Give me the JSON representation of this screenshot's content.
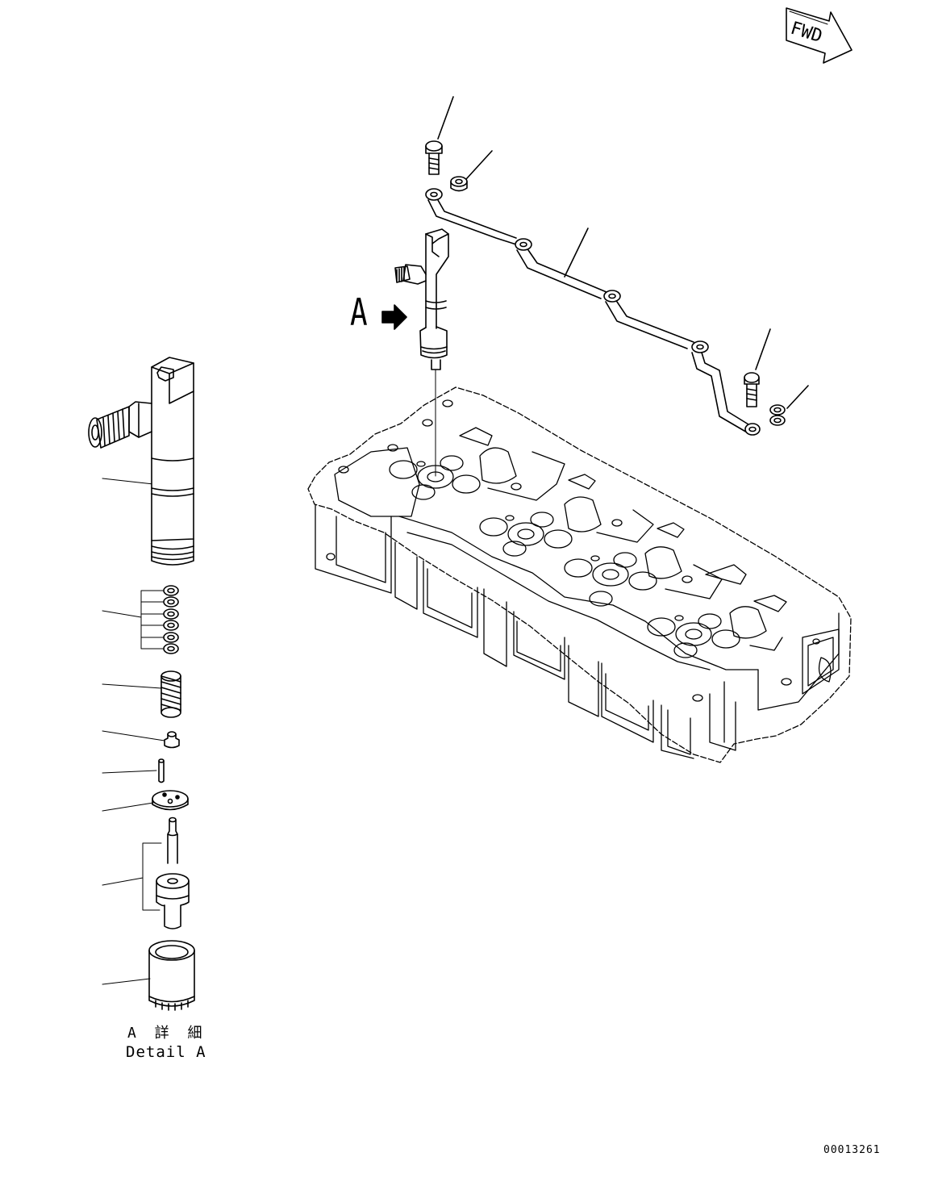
{
  "orientation_mark": {
    "text": "FWD"
  },
  "view_callout": {
    "letter": "A"
  },
  "detail_caption": {
    "japanese": "A 詳 細",
    "english": "Detail A"
  },
  "figure_number": "00013261"
}
